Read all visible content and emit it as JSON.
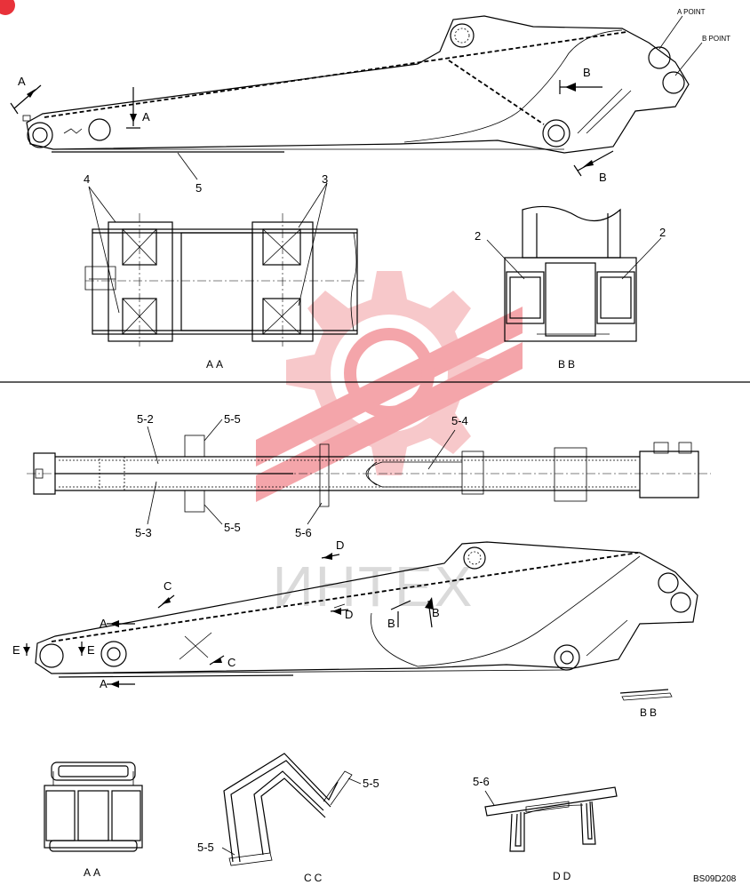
{
  "labels": {
    "a_point": "A POINT",
    "b_point": "B POINT",
    "arrow_a": "A",
    "arrow_b": "B",
    "part_5": "5",
    "part_4": "4",
    "part_3": "3",
    "part_2": "2",
    "part_5_2": "5-2",
    "part_5_3": "5-3",
    "part_5_4": "5-4",
    "part_5_5": "5-5",
    "part_5_6": "5-6",
    "arrow_c": "C",
    "arrow_d": "D",
    "arrow_e": "E"
  },
  "views": {
    "aa": "AA",
    "bb": "BB",
    "cc": "CC",
    "dd": "DD"
  },
  "watermark": "ИНТЕХ",
  "drawing_code": "BS09D208",
  "colors": {
    "watermark": "#e8323a",
    "ink": "#000000"
  }
}
